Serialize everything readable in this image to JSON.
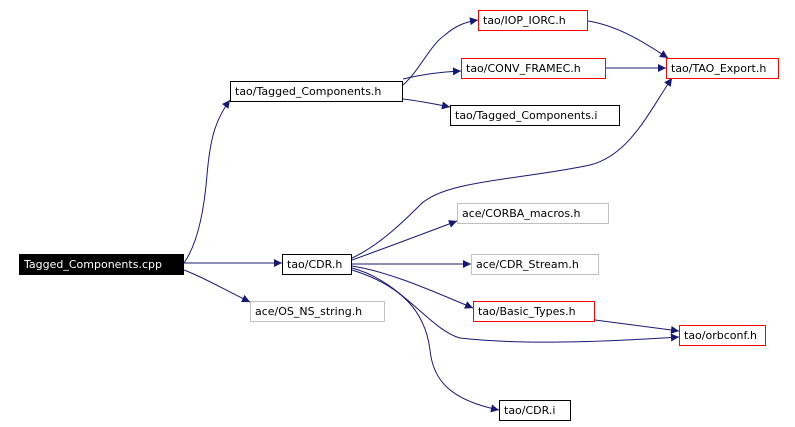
{
  "colors": {
    "edge": "#191970",
    "border_default": "#000000",
    "border_truncated": "#ff0000",
    "border_external": "#bfbfbf",
    "root_fill": "#000000",
    "root_text": "#ffffff"
  },
  "nodes": {
    "tagged_components_cpp": "Tagged_Components.cpp",
    "tagged_components_h": "tao/Tagged_Components.h",
    "iop_iorc_h": "tao/IOP_IORC.h",
    "conv_framec_h": "tao/CONV_FRAMEC.h",
    "tao_export_h": "tao/TAO_Export.h",
    "tagged_components_i": "tao/Tagged_Components.i",
    "cdr_h": "tao/CDR.h",
    "corba_macros_h": "ace/CORBA_macros.h",
    "cdr_stream_h": "ace/CDR_Stream.h",
    "basic_types_h": "tao/Basic_Types.h",
    "orbconf_h": "tao/orbconf.h",
    "os_ns_string_h": "ace/OS_NS_string.h",
    "cdr_i": "tao/CDR.i"
  }
}
